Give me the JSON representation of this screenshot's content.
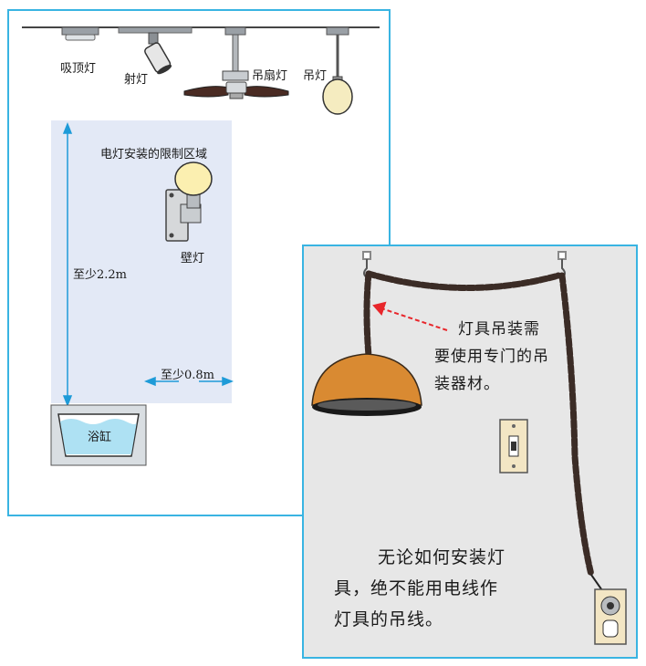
{
  "left": {
    "fixtures": {
      "ceiling_light": "吸顶灯",
      "spot_light": "射灯",
      "ceiling_fan_light": "吊扇灯",
      "pendant_light": "吊灯"
    },
    "zone_title": "电灯安装的限制区域",
    "wall_light": "壁灯",
    "height_label": "至少2.2m",
    "distance_label": "至少0.8m",
    "bathtub": "浴缸"
  },
  "right": {
    "callout": [
      "灯具吊装需",
      "要使用专门的吊",
      "装器材。"
    ],
    "warning": [
      "无论如何安装灯",
      "具，绝不能用电线作",
      "灯具的吊线。"
    ]
  },
  "colors": {
    "frame": "#39b4e2",
    "zone": "#e3e9f6",
    "arrow": "#1e9bd8",
    "callout_arrow": "#e8262b",
    "chain": "#3b2c26",
    "shade": "#d98a32"
  }
}
